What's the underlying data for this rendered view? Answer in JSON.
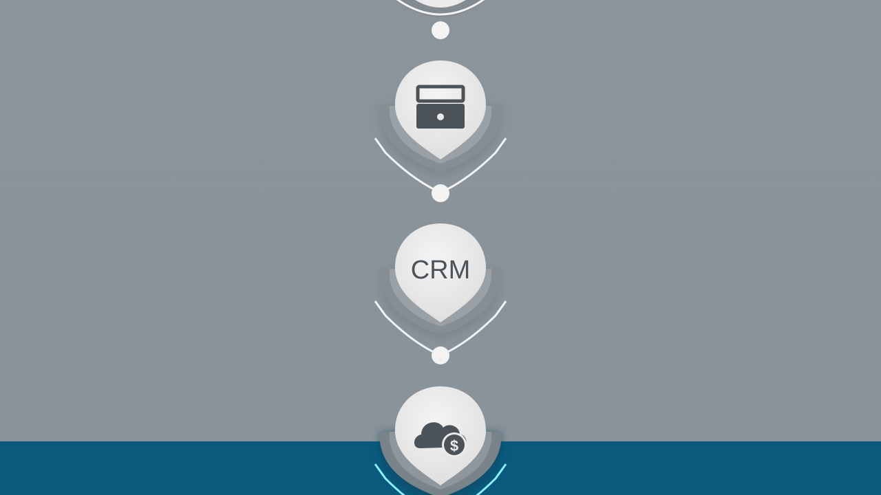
{
  "steps": [
    {
      "id": "top",
      "icon": "chevron-partial",
      "label": ""
    },
    {
      "id": "step-1",
      "icon": "briefcase-icon",
      "label": ""
    },
    {
      "id": "step-2",
      "icon": "crm-text",
      "label": "CRM"
    },
    {
      "id": "step-3",
      "icon": "cloud-dollar-icon",
      "label": ""
    }
  ],
  "colors": {
    "background": "#8a939a",
    "band": "#0b5a7d",
    "badge": "#ebebeb",
    "icon": "#4c5358",
    "line": "#f2f4f5",
    "glow": "#5fd4e8"
  }
}
